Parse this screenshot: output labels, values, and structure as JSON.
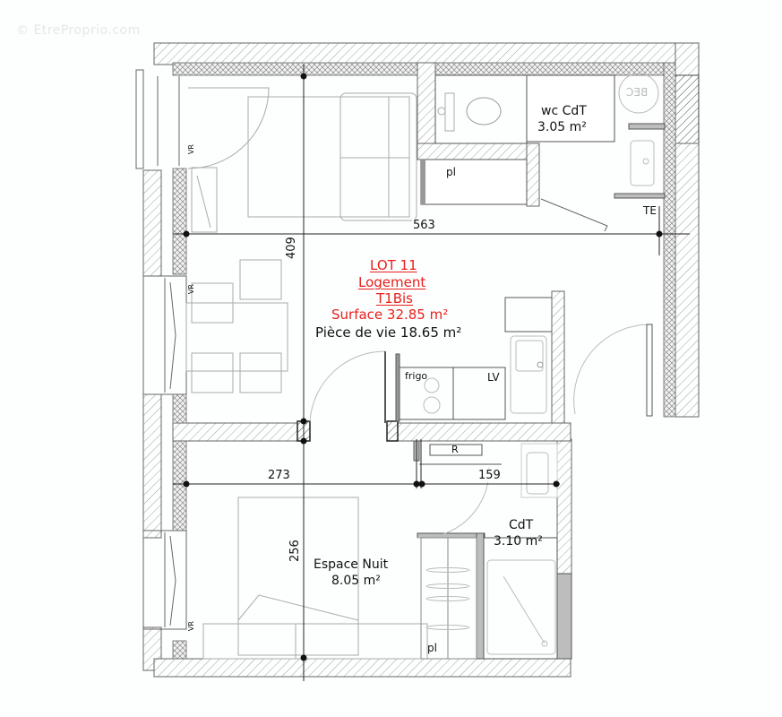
{
  "watermark": "© EtreProprio.com",
  "lot": {
    "line1": "LOT 11",
    "line2": "Logement",
    "line3": "T1Bis",
    "surface": "Surface 32.85 m²",
    "color": "#e8201c"
  },
  "rooms": {
    "living": {
      "name": "Pièce de vie 18.65 m²"
    },
    "wc": {
      "name": "wc CdT",
      "area": "3.05 m²"
    },
    "bathroom": {
      "name": "CdT",
      "area": "3.10 m²"
    },
    "bedroom": {
      "name": "Espace Nuit",
      "area": "8.05 m²"
    }
  },
  "dimensions": {
    "width_total": "563",
    "living_depth": "409",
    "bedroom_width": "273",
    "bath_width": "159",
    "bedroom_depth": "256"
  },
  "fixture_labels": {
    "closet_top": "pl",
    "closet_bottom": "pl",
    "fridge": "frigo",
    "washer": "LV",
    "radiator": "R",
    "meter": "TE",
    "shutter_1": "VR",
    "shutter_2": "VR",
    "shutter_3": "VR",
    "boiler": "BEC"
  },
  "colors": {
    "wall_line": "#555555",
    "hatch": "#9a9a9a",
    "furniture": "#b8b8b8",
    "dim_line": "#222222",
    "partition_fill": "#bdbdbd"
  }
}
